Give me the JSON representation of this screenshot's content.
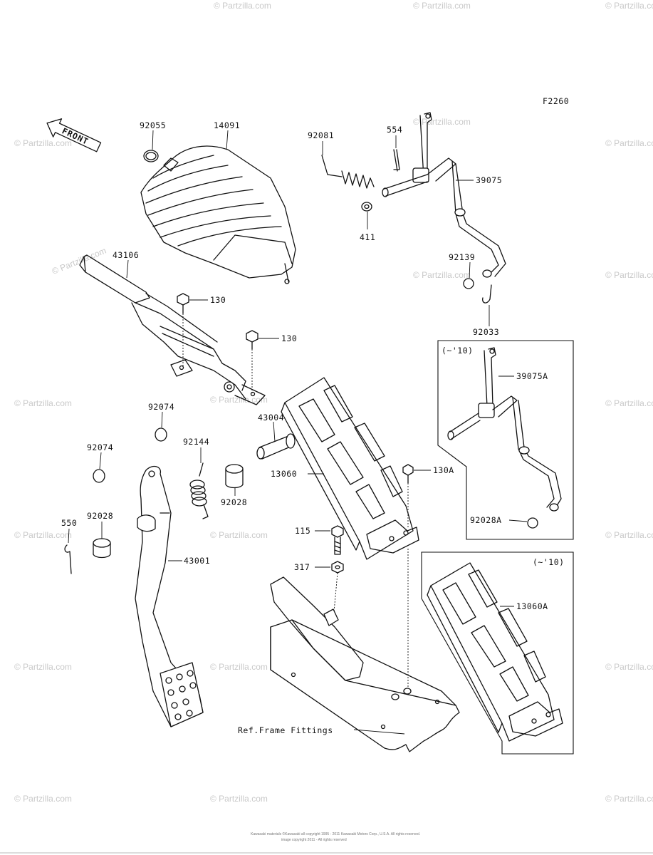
{
  "diagram_code": "F2260",
  "watermark": "© Partzilla.com",
  "front_label": "FRONT",
  "callouts": {
    "p92055": "92055",
    "p14091": "14091",
    "p92081": "92081",
    "p554": "554",
    "p39075": "39075",
    "p411": "411",
    "p43106": "43106",
    "p130_a": "130",
    "p130_b": "130",
    "p92139": "92139",
    "p92033": "92033",
    "p92074_a": "92074",
    "p92074_b": "92074",
    "p43004": "43004",
    "p92144": "92144",
    "p13060": "13060",
    "p130A": "130A",
    "p92028_a": "92028",
    "p92028_b": "92028",
    "p550": "550",
    "p115": "115",
    "p317": "317",
    "p43001": "43001",
    "p39075A": "39075A",
    "p92028A": "92028A",
    "p13060A": "13060A",
    "ref_frame": "Ref.Frame Fittings"
  },
  "inset_top": {
    "note": "(~'10)"
  },
  "inset_bottom": {
    "note": "(~'10)"
  },
  "footer_line1": "Kawasaki materials ©Kawasaki all copyright 1995 - 2011 Kawasaki Motors Corp., U.S.A. All rights reserved.",
  "footer_line2": "image copyright 2011 - All rights reserved"
}
